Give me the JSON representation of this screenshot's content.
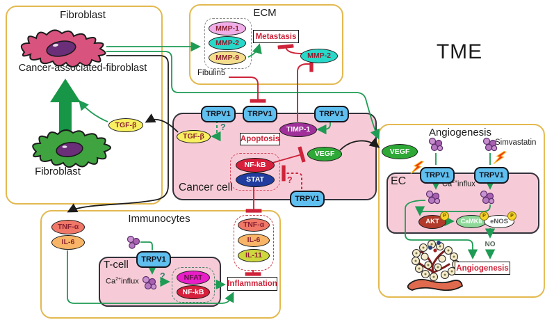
{
  "tme_title": "TME",
  "shared": {
    "trpv1": "TRPV1",
    "q": "?",
    "p": "P",
    "ca_base": "Ca",
    "ca_sup": "2+",
    "ca_rest": "influx"
  },
  "fibroblast_panel": {
    "title": "Fibroblast",
    "caf_label": "Cancer-associated-fibroblast",
    "fibroblast_label": "Fibroblast",
    "tgfb": "TGF-β"
  },
  "ecm_panel": {
    "title": "ECM",
    "mmp1": "MMP-1",
    "mmp2": "MMP-2",
    "mmp9": "MMP-9",
    "metastasis": "Metastasis",
    "mmp2_free": "MMP-2",
    "fibulin5": "Fibulin5"
  },
  "cancer_cell": {
    "label": "Cancer cell",
    "tgfb": "TGF-β",
    "apoptosis": "Apoptosis",
    "timp1": "TIMP-1",
    "nfkb": "NF-kB",
    "stat": "STAT",
    "vegf": "VEGF"
  },
  "angiogenesis_panel": {
    "title": "Angiogenesis",
    "simvastatin": "Simvastatin",
    "vegf": "VEGF",
    "ec_label": "EC",
    "akt": "AKT",
    "camkii": "CaMKII",
    "enos": "eNOS",
    "no": "NO",
    "result": "Angiogenesis"
  },
  "immunocytes_panel": {
    "title": "Immunocytes",
    "tnfa": "TNF-α",
    "il6": "IL-6",
    "tcell_label": "T-cell",
    "nfat": "NFAT",
    "nfkb": "NF-kB",
    "inflammation": "Inflammation"
  },
  "cytokine_group": {
    "tnfa": "TNF-α",
    "il6": "IL-6",
    "il11": "IL-11"
  },
  "colors": {
    "panel_border": "#E3B94F",
    "cell_fill": "#F6CBD7",
    "cell_border": "#33333C",
    "channel_fill": "#5FBFEF",
    "arrow_green": "#1E9B54",
    "arrow_red": "#CE2339",
    "arrow_black": "#1C1C1C",
    "phospho_yellow": "#F5D327",
    "mmp1_fill": "#F0AEE8",
    "mmp2_fill": "#28D8C8",
    "mmp9_fill": "#F4DE8C",
    "timp1_fill": "#A0309A",
    "nfkb_fill": "#D6203C",
    "stat_fill": "#1F3C9E",
    "vegf_fill": "#2EA836",
    "tgfb_fill": "#F8F060",
    "nfat_fill": "#E91EC8",
    "tnfa_fill": "#F07868",
    "il6_fill": "#F8B568",
    "il11_fill": "#CCD83E",
    "akt_fill": "#B23A2A",
    "camkii_fill": "#8FD89A",
    "enos_fill": "#FFFFFF"
  }
}
